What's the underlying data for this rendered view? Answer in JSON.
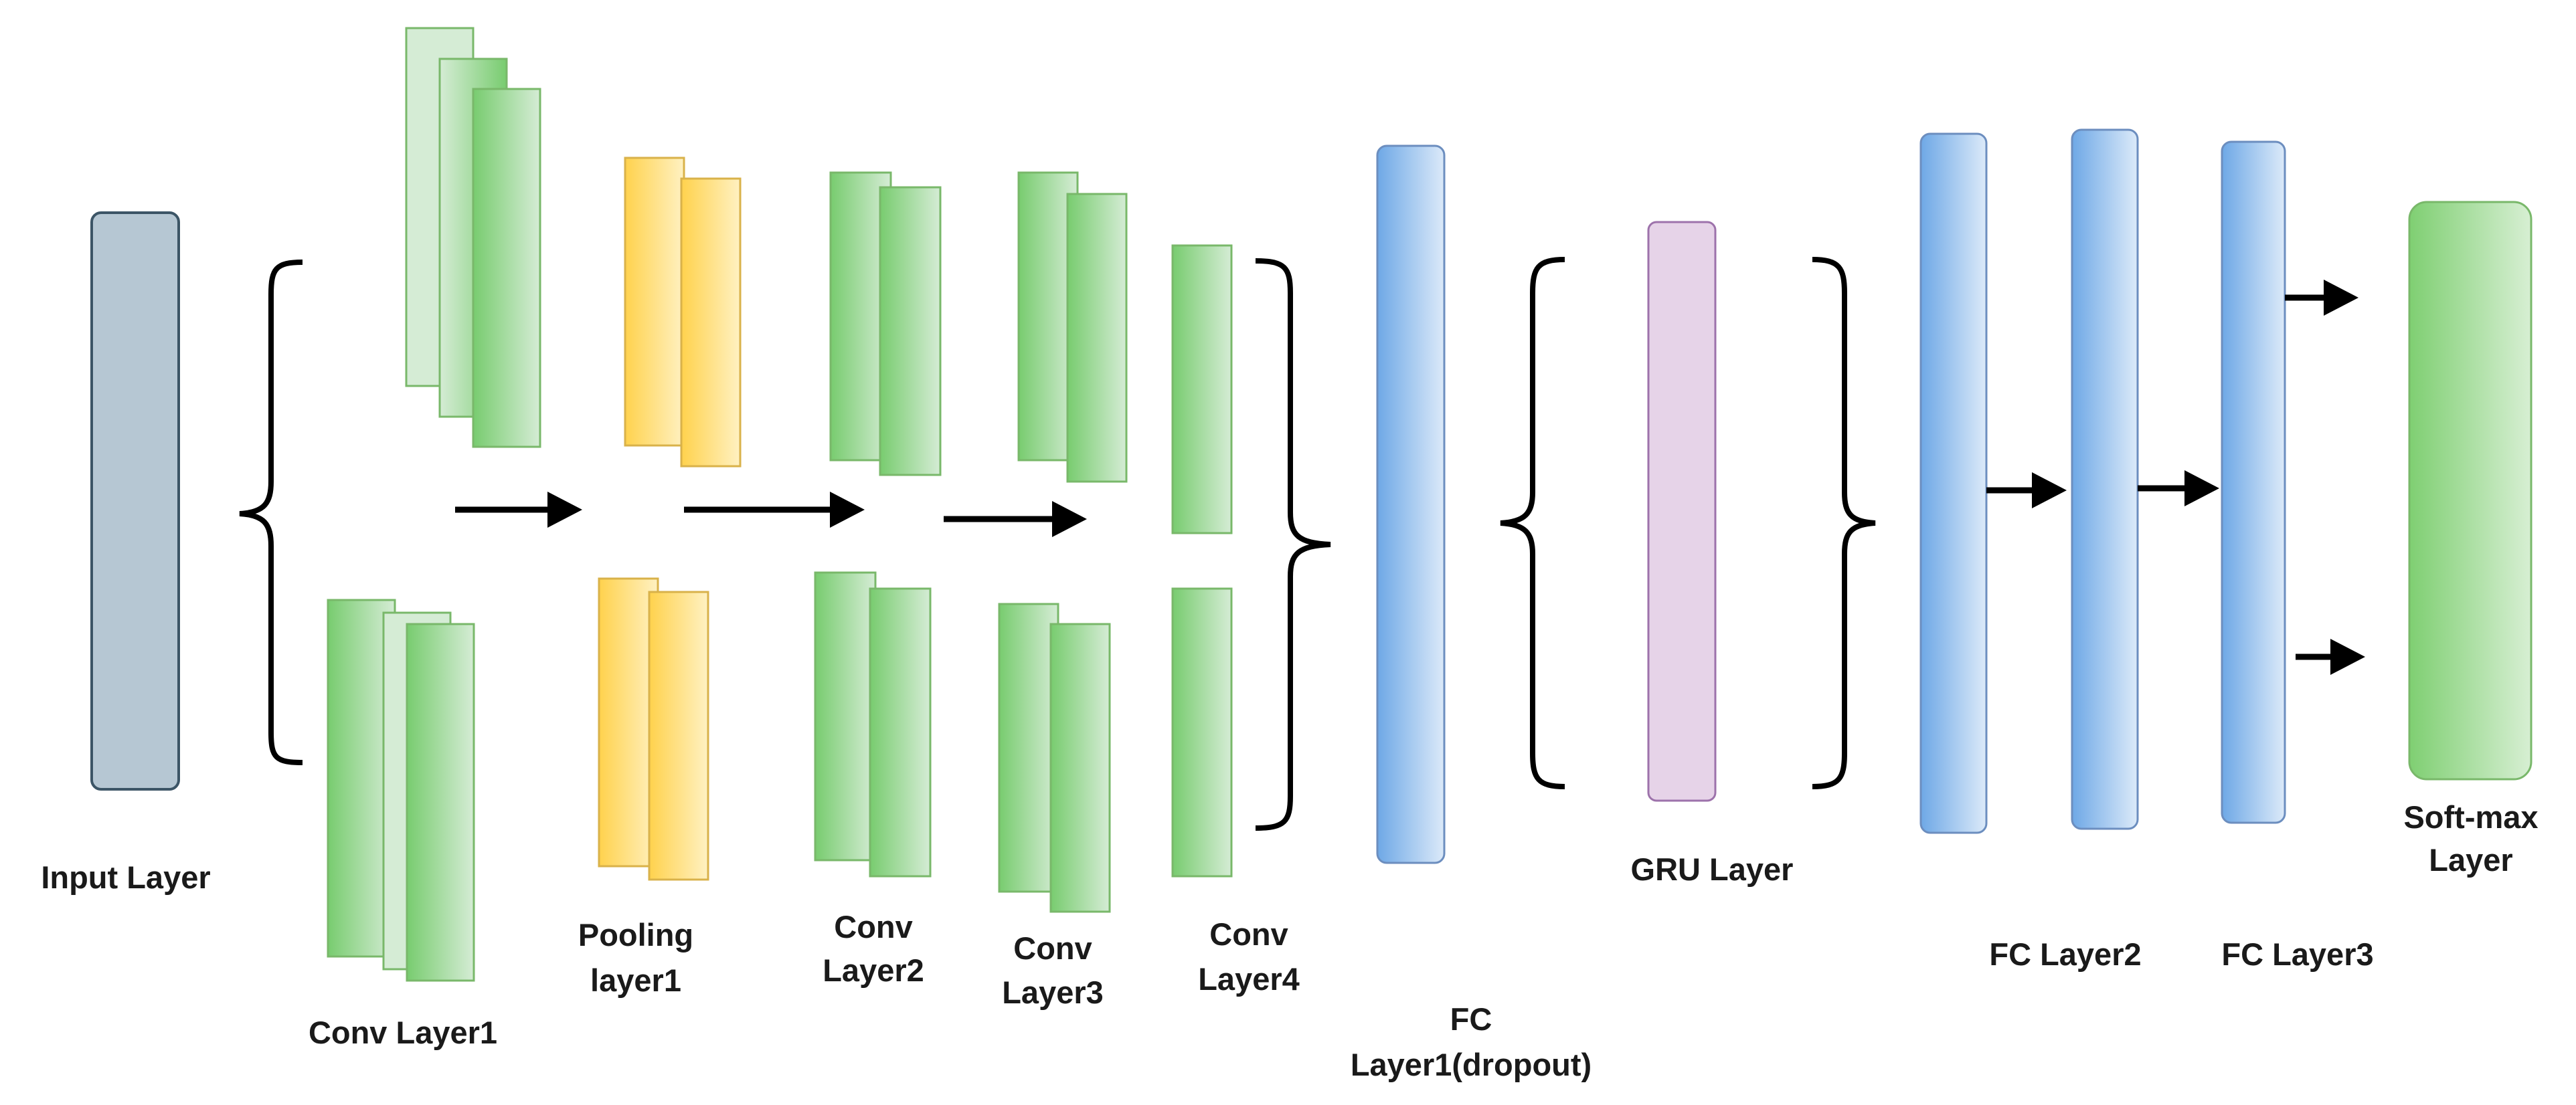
{
  "labels": {
    "input": "Input Layer",
    "conv1": "Conv Layer1",
    "pool1_line1": "Pooling",
    "pool1_line2": "layer1",
    "conv2_line1": "Conv",
    "conv2_line2": "Layer2",
    "conv3_line1": "Conv",
    "conv3_line2": "Layer3",
    "conv4_line1": "Conv",
    "conv4_line2": "Layer4",
    "fc1_line1": "FC",
    "fc1_line2": "Layer1(dropout)",
    "gru": "GRU Layer",
    "fc2": "FC Layer2",
    "fc3": "FC Layer3",
    "softmax_line1": "Soft-max",
    "softmax_line2": "Layer"
  },
  "colors": {
    "input_fill": "#b6c7d3",
    "input_stroke": "#3c5566",
    "conv_light": "#d5ecd5",
    "conv_green": "#78cc6f",
    "conv_stroke": "#79b86a",
    "pool_dark": "#ffd24d",
    "pool_light": "#fff1c2",
    "pool_stroke": "#d9b24a",
    "fc_dark": "#6ea8e6",
    "fc_light": "#dceaf9",
    "fc_stroke": "#6c8ebf",
    "gru_fill": "#e6d3e8",
    "gru_stroke": "#9d72ab",
    "arrow": "#000000"
  }
}
